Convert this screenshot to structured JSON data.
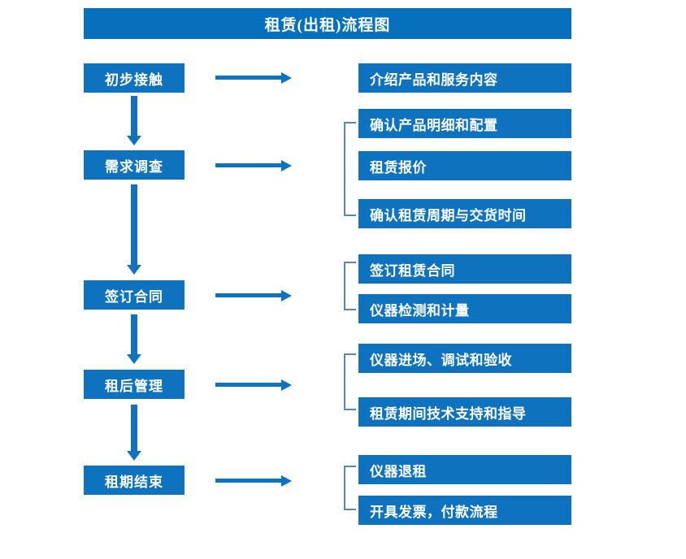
{
  "title": "租赁(出租)流程图",
  "theme": {
    "title_bar_color": "#0670BC",
    "box_color": "#0F72BE",
    "box_text_color": "#ffffff",
    "arrow_color": "#0F72BE",
    "bracket_color": "#5B87AD",
    "background_color": "#ffffff"
  },
  "stages": [
    {
      "label": "初步接触"
    },
    {
      "label": "需求调查"
    },
    {
      "label": "签订合同"
    },
    {
      "label": "租后管理"
    },
    {
      "label": "租期结束"
    }
  ],
  "details": [
    {
      "label": "介绍产品和服务内容"
    },
    {
      "label": "确认产品明细和配置"
    },
    {
      "label": "租赁报价"
    },
    {
      "label": "确认租赁周期与交货时间"
    },
    {
      "label": "签订租赁合同"
    },
    {
      "label": "仪器检测和计量"
    },
    {
      "label": "仪器进场、调试和验收"
    },
    {
      "label": "租赁期间技术支持和指导"
    },
    {
      "label": "仪器退租"
    },
    {
      "label": "开具发票，付款流程"
    }
  ],
  "flow": {
    "stage_to_detail_map": [
      {
        "stage": "初步接触",
        "details": [
          "介绍产品和服务内容"
        ]
      },
      {
        "stage": "需求调查",
        "details": [
          "确认产品明细和配置",
          "租赁报价",
          "确认租赁周期与交货时间"
        ]
      },
      {
        "stage": "签订合同",
        "details": [
          "签订租赁合同",
          "仪器检测和计量"
        ]
      },
      {
        "stage": "租后管理",
        "details": [
          "仪器进场、调试和验收",
          "租赁期间技术支持和指导"
        ]
      },
      {
        "stage": "租期结束",
        "details": [
          "仪器退租",
          "开具发票，付款流程"
        ]
      }
    ]
  }
}
